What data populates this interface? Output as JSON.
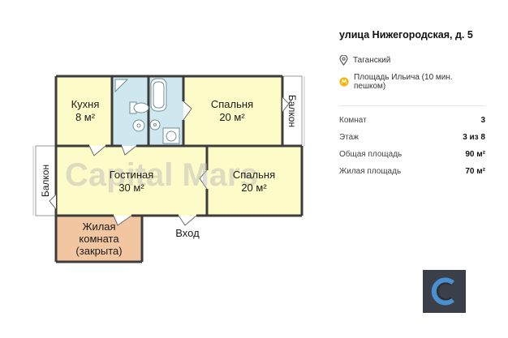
{
  "plan": {
    "watermark": "Capital Mars",
    "rooms": {
      "kitchen": {
        "name": "Кухня",
        "area": "8 м²"
      },
      "bedroom_top": {
        "name": "Спальня",
        "area": "20 м²"
      },
      "living": {
        "name": "Гостиная",
        "area": "30 м²"
      },
      "bedroom_right": {
        "name": "Спальня",
        "area": "20 м²"
      },
      "closed_room": {
        "line1": "Жилая",
        "line2": "комната",
        "line3": "(закрыта)"
      }
    },
    "balcony_right": "Балкон",
    "balcony_left": "Балкон",
    "entrance": "Вход"
  },
  "info": {
    "address": "улица Нижегородская, д. 5",
    "district": "Таганский",
    "metro": "Площадь Ильича (10 мин. пешком)",
    "details": [
      {
        "label": "Комнат",
        "value": "3"
      },
      {
        "label": "Этаж",
        "value": "3 из 8"
      },
      {
        "label": "Общая площадь",
        "value": "90 м²"
      },
      {
        "label": "Жилая площадь",
        "value": "70 м²"
      }
    ]
  },
  "colors": {
    "room_yellow": "#fdfbc7",
    "bath_blue": "#cfe7ee",
    "closed_room": "#f2c6a1",
    "wall": "#3c3c3c",
    "metro_icon": "#f4b400",
    "logo_bg": "#3a3f4a",
    "logo_ring": "#4a8fd0"
  }
}
